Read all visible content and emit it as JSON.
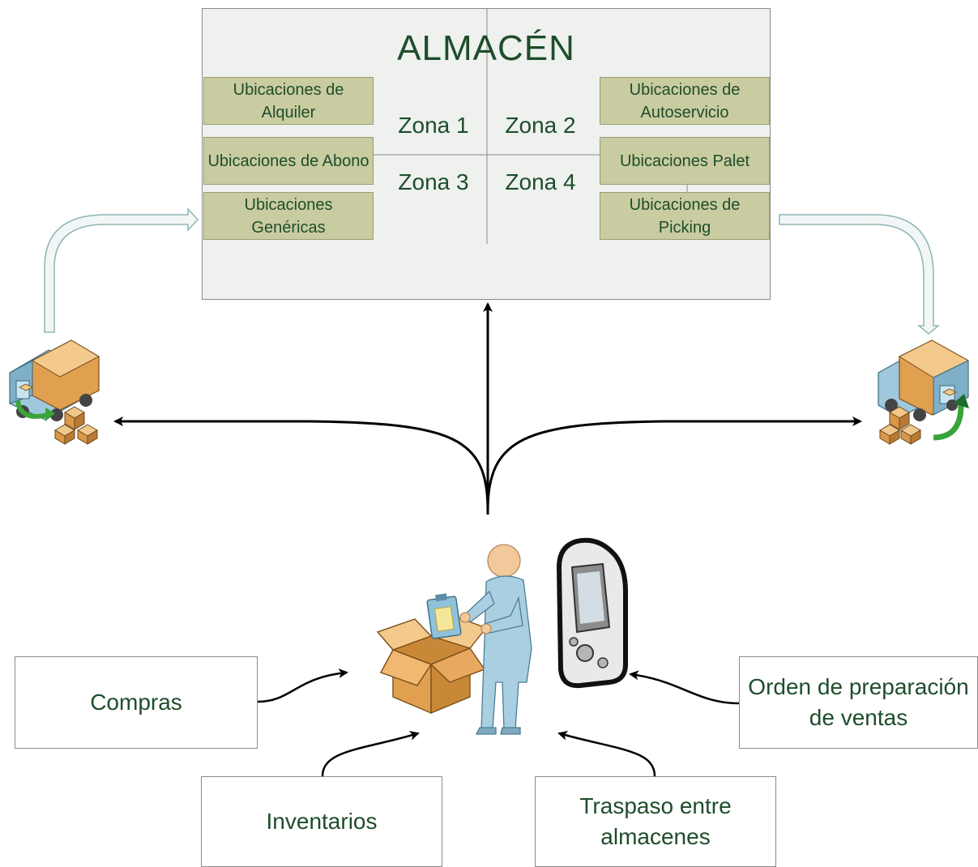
{
  "warehouse": {
    "title": "ALMACÉN",
    "locations_left": [
      "Ubicaciones de Alquiler",
      "Ubicaciones de Abono",
      "Ubicaciones Genéricas"
    ],
    "locations_right": [
      "Ubicaciones de Autoservicio",
      "Ubicaciones Palet",
      "Ubicaciones de Picking"
    ],
    "zones": [
      "Zona 1",
      "Zona 2",
      "Zona 3",
      "Zona 4"
    ]
  },
  "sources": {
    "compras": "Compras",
    "inventarios": "Inventarios",
    "traspaso": "Traspaso entre almacenes",
    "orden": "Orden de preparación de ventas"
  },
  "colors": {
    "text_green": "#1e4d2b",
    "location_fill": "#c9cca0",
    "warehouse_fill": "#eef1ee",
    "box_orange": "#e0a050",
    "person_blue": "#a9cfe0",
    "arrow_green": "#3aa43a"
  },
  "icons": [
    "delivery-truck-icon",
    "boxes-icon",
    "worker-icon",
    "open-box-icon",
    "handheld-device-icon",
    "return-arrow-icon"
  ]
}
